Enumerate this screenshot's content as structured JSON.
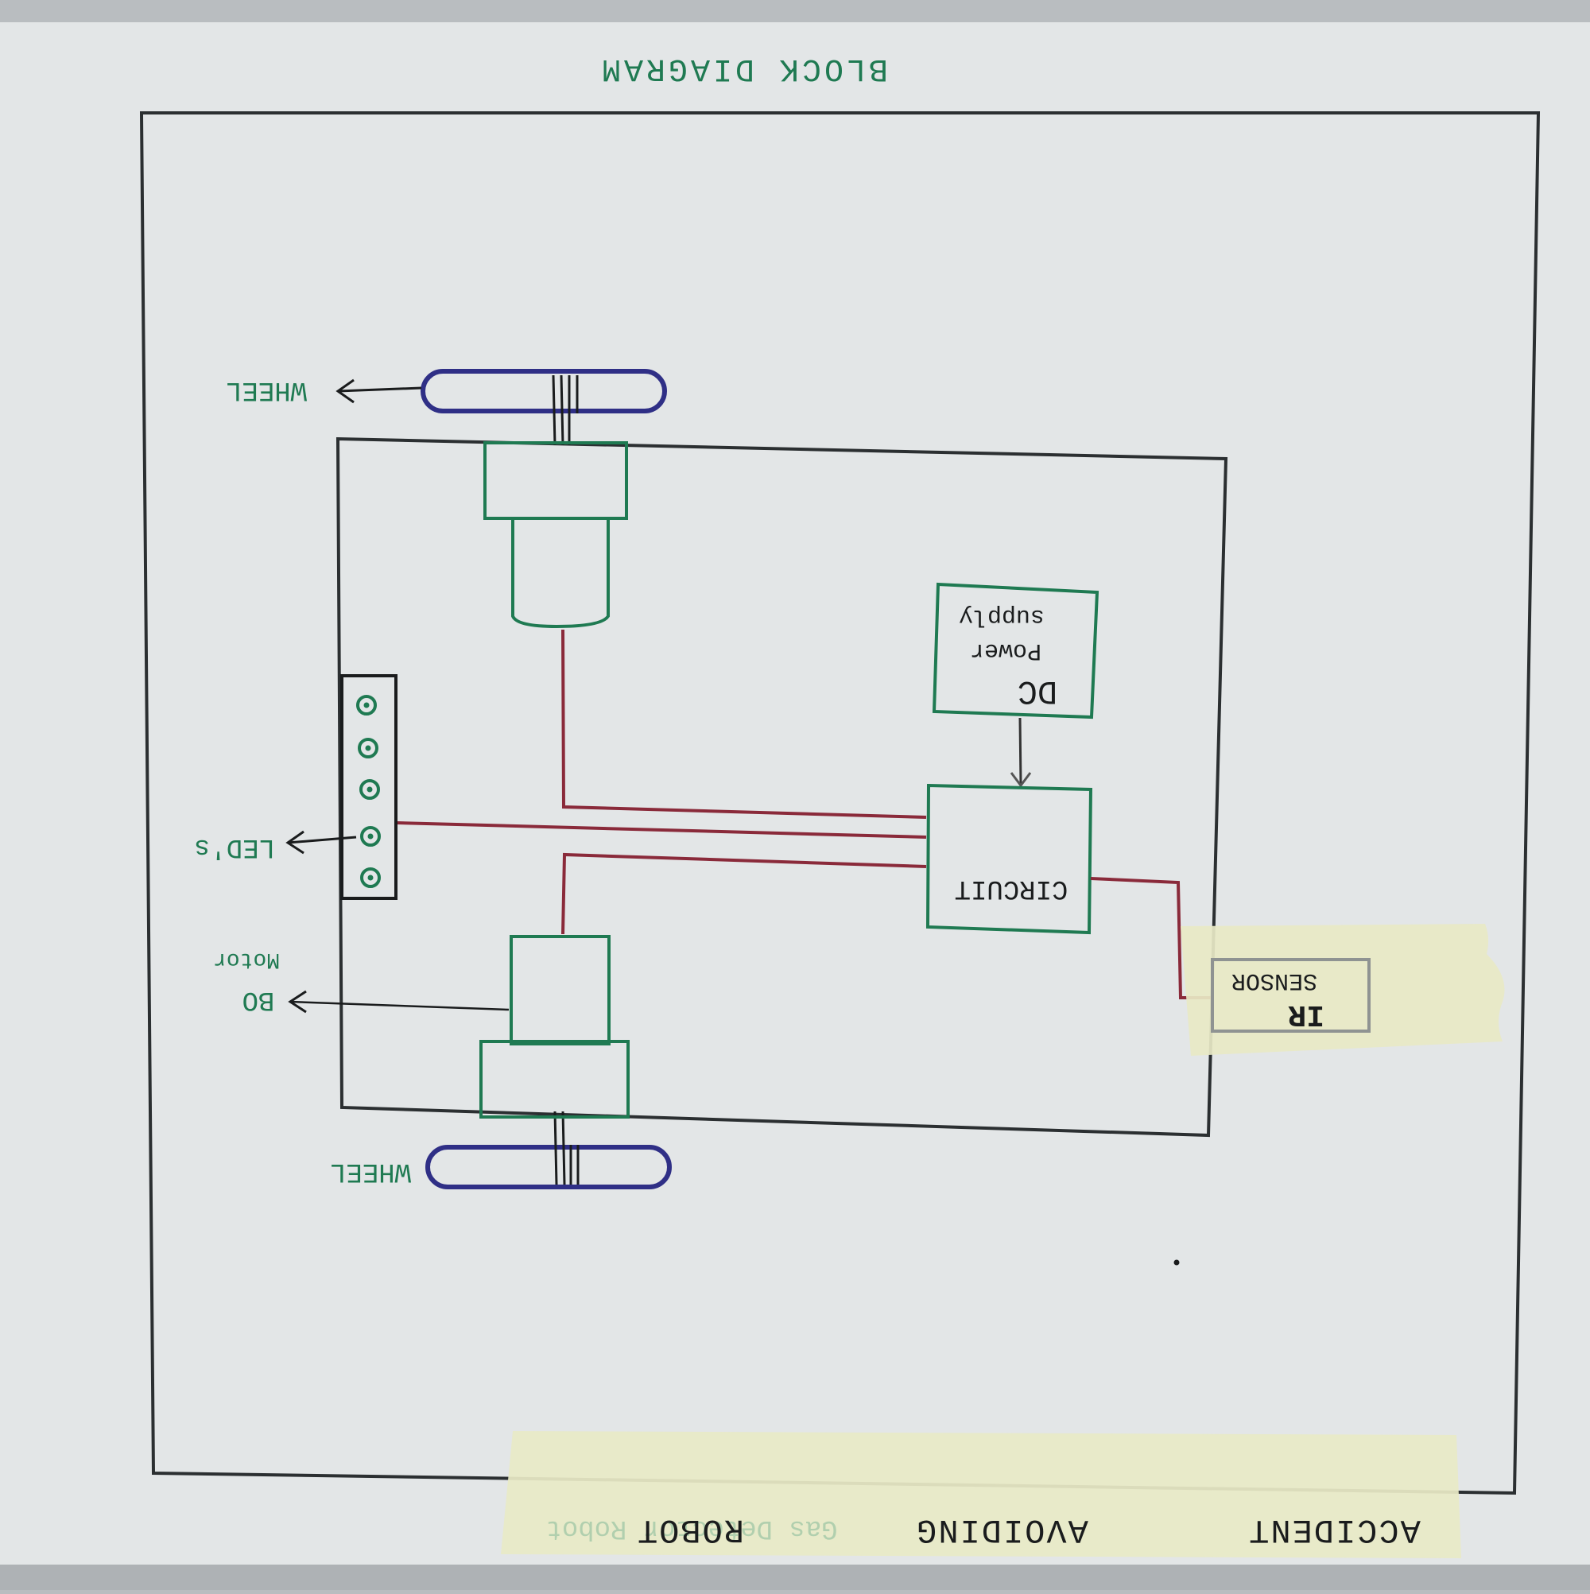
{
  "title": "BLOCK DIAGRAM",
  "footer": {
    "word1": "ACCIDENT",
    "word2": "AVOIDING",
    "word3": "ROBOT",
    "faded_text": "Gas Detector Robot"
  },
  "labels": {
    "wheel_top": "WHEEL",
    "wheel_bottom": "WHEEL",
    "leds": "LED's",
    "bo_motor_line1": "BO",
    "bo_motor_line2": "Motor",
    "dc_line1": "DC",
    "dc_line2": "Power",
    "dc_line3": "supply",
    "circuit": "CIRCUIT",
    "ir_line1": "IR",
    "ir_line2": "SENSOR"
  },
  "colors": {
    "paper": "#e3e6e7",
    "frame_ink": "#2b2f31",
    "green_ink": "#1f7a52",
    "red_ink": "#8a2a3a",
    "blue_ink": "#2f2f86",
    "tape": "#e8e9c6"
  }
}
